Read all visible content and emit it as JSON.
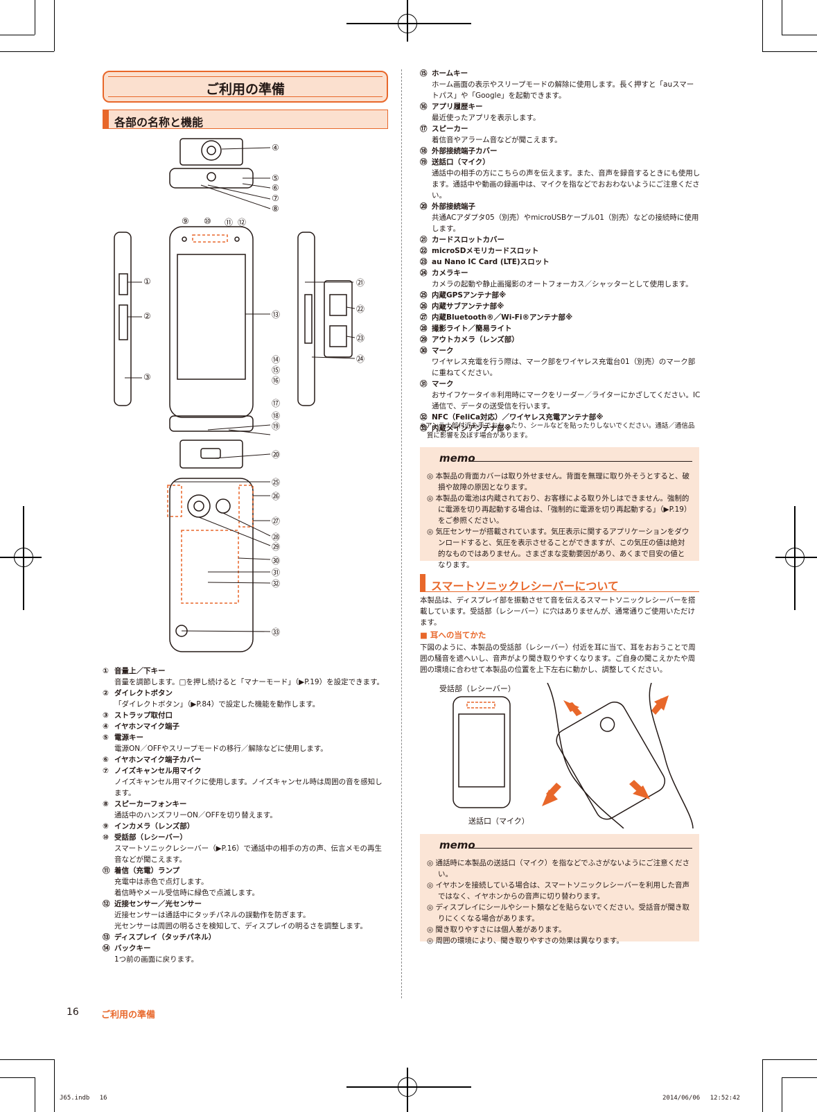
{
  "page": {
    "title": "ご利用の準備",
    "section_heading": "各部の名称と機能",
    "page_number": "16",
    "footer_chapter": "ご利用の準備",
    "print_file": "J65.indb　 16",
    "print_timestamp": "2014/06/06　 12:52:42"
  },
  "diagram_labels": {
    "top": [
      "④",
      "⑤",
      "⑥",
      "⑦",
      "⑧"
    ],
    "front_top": [
      "⑨",
      "⑩",
      "⑪",
      "⑫"
    ],
    "front_right": [
      "⑬",
      "⑭",
      "⑮",
      "⑯",
      "⑰",
      "⑱",
      "⑲",
      "⑳"
    ],
    "left_side": [
      "①",
      "②",
      "③"
    ],
    "right_side": [
      "㉑",
      "㉒",
      "㉓",
      "㉔"
    ],
    "back": [
      "㉕",
      "㉖",
      "㉗",
      "㉘",
      "㉙",
      "㉚",
      "㉛",
      "㉜",
      "㉝"
    ]
  },
  "left_list": [
    {
      "num": "①",
      "head": "音量上／下キー",
      "desc": "音量を調節します。□を押し続けると「マナーモード」（▶P.19）を設定できます。"
    },
    {
      "num": "②",
      "head": "ダイレクトボタン",
      "desc": "「ダイレクトボタン」（▶P.84）で設定した機能を動作します。"
    },
    {
      "num": "③",
      "head": "ストラップ取付口",
      "desc": ""
    },
    {
      "num": "④",
      "head": "イヤホンマイク端子",
      "desc": ""
    },
    {
      "num": "⑤",
      "head": "電源キー",
      "desc": "電源ON／OFFやスリープモードの移行／解除などに使用します。"
    },
    {
      "num": "⑥",
      "head": "イヤホンマイク端子カバー",
      "desc": ""
    },
    {
      "num": "⑦",
      "head": "ノイズキャンセル用マイク",
      "desc": "ノイズキャンセル用マイクに使用します。ノイズキャンセル時は周囲の音を感知します。"
    },
    {
      "num": "⑧",
      "head": "スピーカーフォンキー",
      "desc": "通話中のハンズフリーON／OFFを切り替えます。"
    },
    {
      "num": "⑨",
      "head": "インカメラ（レンズ部）",
      "desc": ""
    },
    {
      "num": "⑩",
      "head": "受話部（レシーバー）",
      "desc": "スマートソニックレシーバー（▶P.16）で通話中の相手の方の声、伝言メモの再生音などが聞こえます。"
    },
    {
      "num": "⑪",
      "head": "着信（充電）ランプ",
      "desc": "充電中は赤色で点灯します。\n着信時やメール受信時に緑色で点滅します。"
    },
    {
      "num": "⑫",
      "head": "近接センサー／光センサー",
      "desc": "近接センサーは通話中にタッチパネルの誤動作を防ぎます。\n光センサーは周囲の明るさを検知して、ディスプレイの明るさを調整します。"
    },
    {
      "num": "⑬",
      "head": "ディスプレイ（タッチパネル）",
      "desc": ""
    },
    {
      "num": "⑭",
      "head": "バックキー",
      "desc": "1つ前の画面に戻ります。"
    }
  ],
  "right_list": [
    {
      "num": "⑮",
      "head": "ホームキー",
      "desc": "ホーム画面の表示やスリープモードの解除に使用します。長く押すと「auスマートパス」や「Google」を起動できます。"
    },
    {
      "num": "⑯",
      "head": "アプリ履歴キー",
      "desc": "最近使ったアプリを表示します。"
    },
    {
      "num": "⑰",
      "head": "スピーカー",
      "desc": "着信音やアラーム音などが聞こえます。"
    },
    {
      "num": "⑱",
      "head": "外部接続端子カバー",
      "desc": ""
    },
    {
      "num": "⑲",
      "head": "送話口（マイク）",
      "desc": "通話中の相手の方にこちらの声を伝えます。また、音声を録音するときにも使用します。通話中や動画の録画中は、マイクを指などでおおわないようにご注意ください。"
    },
    {
      "num": "⑳",
      "head": "外部接続端子",
      "desc": "共通ACアダプタ05（別売）やmicroUSBケーブル01（別売）などの接続時に使用します。"
    },
    {
      "num": "㉑",
      "head": "カードスロットカバー",
      "desc": ""
    },
    {
      "num": "㉒",
      "head": "microSDメモリカードスロット",
      "desc": ""
    },
    {
      "num": "㉓",
      "head": "au Nano IC Card (LTE)スロット",
      "desc": ""
    },
    {
      "num": "㉔",
      "head": "カメラキー",
      "desc": "カメラの起動や静止画撮影のオートフォーカス／シャッターとして使用します。"
    },
    {
      "num": "㉕",
      "head": "内蔵GPSアンテナ部※",
      "desc": ""
    },
    {
      "num": "㉖",
      "head": "内蔵サブアンテナ部※",
      "desc": ""
    },
    {
      "num": "㉗",
      "head": "内蔵Bluetooth®／Wi-Fi®アンテナ部※",
      "desc": ""
    },
    {
      "num": "㉘",
      "head": "撮影ライト／簡易ライト",
      "desc": ""
    },
    {
      "num": "㉙",
      "head": "アウトカメラ（レンズ部）",
      "desc": ""
    },
    {
      "num": "㉚",
      "head": "マーク",
      "desc": "ワイヤレス充電を行う際は、マーク部をワイヤレス充電台01（別売）のマーク部に重ねてください。"
    },
    {
      "num": "㉛",
      "head": "マーク",
      "desc": "おサイフケータイ®利用時にマークをリーダー／ライターにかざしてください。IC通信で、データの送受信を行います。"
    },
    {
      "num": "㉜",
      "head": "NFC（FeliCa対応）／ワイヤレス充電アンテナ部※",
      "desc": ""
    },
    {
      "num": "㉝",
      "head": "内蔵メインアンテナ部※",
      "desc": ""
    }
  ],
  "antenna_note": "※アンテナ部付近を手でおおったり、シールなどを貼ったりしないでください。通話／通信品質に影響を及ぼす場合があります。",
  "memo_label": "memo",
  "memo1": [
    "◎ 本製品の背面カバーは取り外せません。背面を無理に取り外そうとすると、破損や故障の原因となります。",
    "◎ 本製品の電池は内蔵されており、お客様による取り外しはできません。強制的に電源を切り再起動する場合は、「強制的に電源を切り再起動する」（▶P.19）をご参照ください。",
    "◎ 気圧センサーが搭載されています。気圧表示に関するアプリケーションをダウンロードすると、気圧を表示させることができますが、この気圧の値は絶対的なものではありません。さまざまな変動要因があり、あくまで目安の値となります。"
  ],
  "sonic": {
    "heading": "スマートソニックレシーバーについて",
    "body": "本製品は、ディスプレイ部を振動させて音を伝えるスマートソニックレシーバーを搭載しています。受話部（レシーバー）に穴はありませんが、通常通りご使用いただけます。",
    "subheading": "■ 耳への当てかた",
    "subbody": "下図のように、本製品の受話部（レシーバー）付近を耳に当て、耳をおおうことで周囲の騒音を遮へいし、音声がより聞き取りやすくなります。ご自身の聞こえかたや周囲の環境に合わせて本製品の位置を上下左右に動かし、調整してください。",
    "label_receiver": "受話部（レシーバー）",
    "label_mic": "送話口（マイク）"
  },
  "memo2": [
    "◎ 通話時に本製品の送話口（マイク）を指などでふさがないようにご注意ください。",
    "◎ イヤホンを接続している場合は、スマートソニックレシーバーを利用した音声ではなく、イヤホンからの音声に切り替わります。",
    "◎ ディスプレイにシールやシート類などを貼らないでください。受話音が聞き取りにくくなる場合があります。",
    "◎ 聞き取りやすさには個人差があります。",
    "◎ 周囲の環境により、聞き取りやすさの効果は異なります。"
  ],
  "colors": {
    "accent": "#e8672a",
    "accent_bg": "#fbe0cf",
    "memo_bg": "#fbe5d6",
    "arrow": "#e8672a"
  }
}
